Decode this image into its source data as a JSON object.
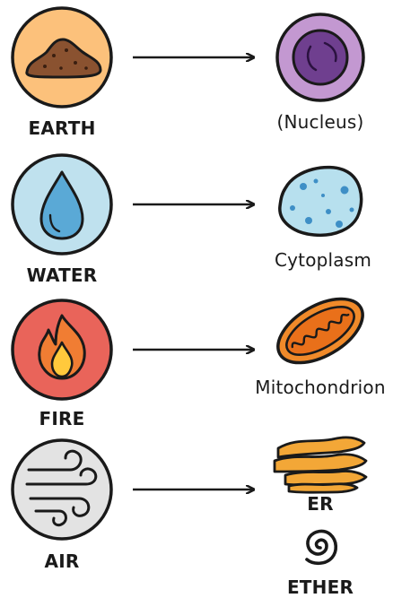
{
  "rows": [
    {
      "element": "EARTH",
      "organelle": "(Nucleus)"
    },
    {
      "element": "WATER",
      "organelle": "Cytoplasm"
    },
    {
      "element": "FIRE",
      "organelle": "Mitochondrion"
    },
    {
      "element": "AIR",
      "organelle": "ER"
    }
  ],
  "extra": {
    "label": "ETHER"
  },
  "colors": {
    "earth_bg": "#fcc17b",
    "earth_mound": "#8a5230",
    "water_bg": "#bfe1ee",
    "water_drop": "#5aa9d6",
    "fire_bg": "#e9645a",
    "fire_flame_outer": "#f07d33",
    "fire_flame_inner": "#ffc93c",
    "air_bg": "#e3e3e3",
    "nucleus_outer": "#c398d1",
    "nucleus_inner": "#6f3f8f",
    "cytoplasm": "#b7e0ee",
    "cytoplasm_dots": "#3e8fc6",
    "mito_outer": "#f08a2a",
    "mito_inner": "#e9701a",
    "er": "#f3a737",
    "stroke": "#1a1a1a"
  }
}
